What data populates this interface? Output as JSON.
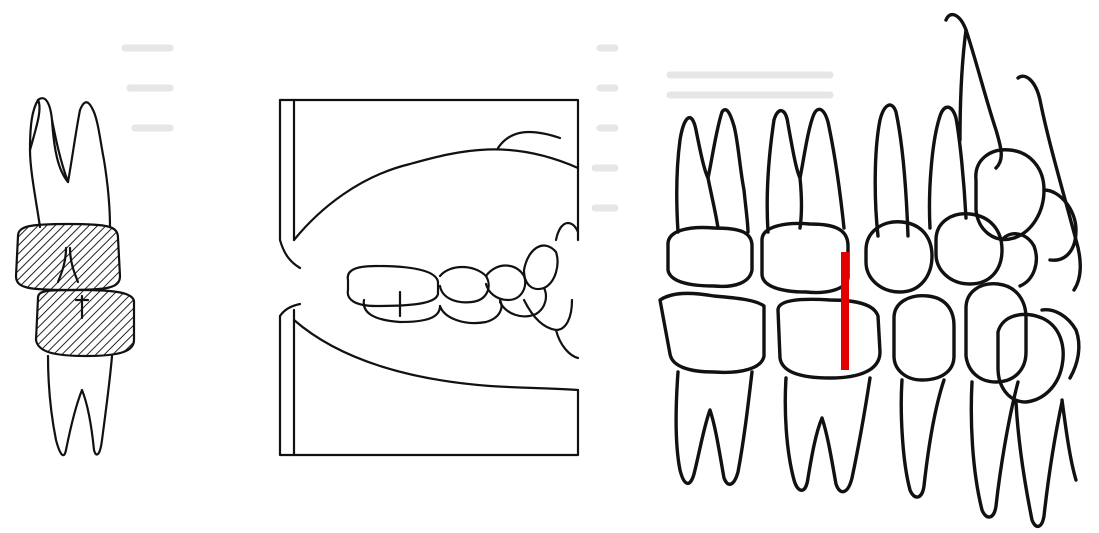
{
  "figure": {
    "panels": [
      {
        "id": "panel-left",
        "depicts": "single-tooth-pair",
        "hatching": true
      },
      {
        "id": "panel-middle",
        "depicts": "dental-model-side-view"
      },
      {
        "id": "panel-right",
        "depicts": "tooth-arch-occlusion",
        "marker_color": "#e10000"
      }
    ]
  }
}
